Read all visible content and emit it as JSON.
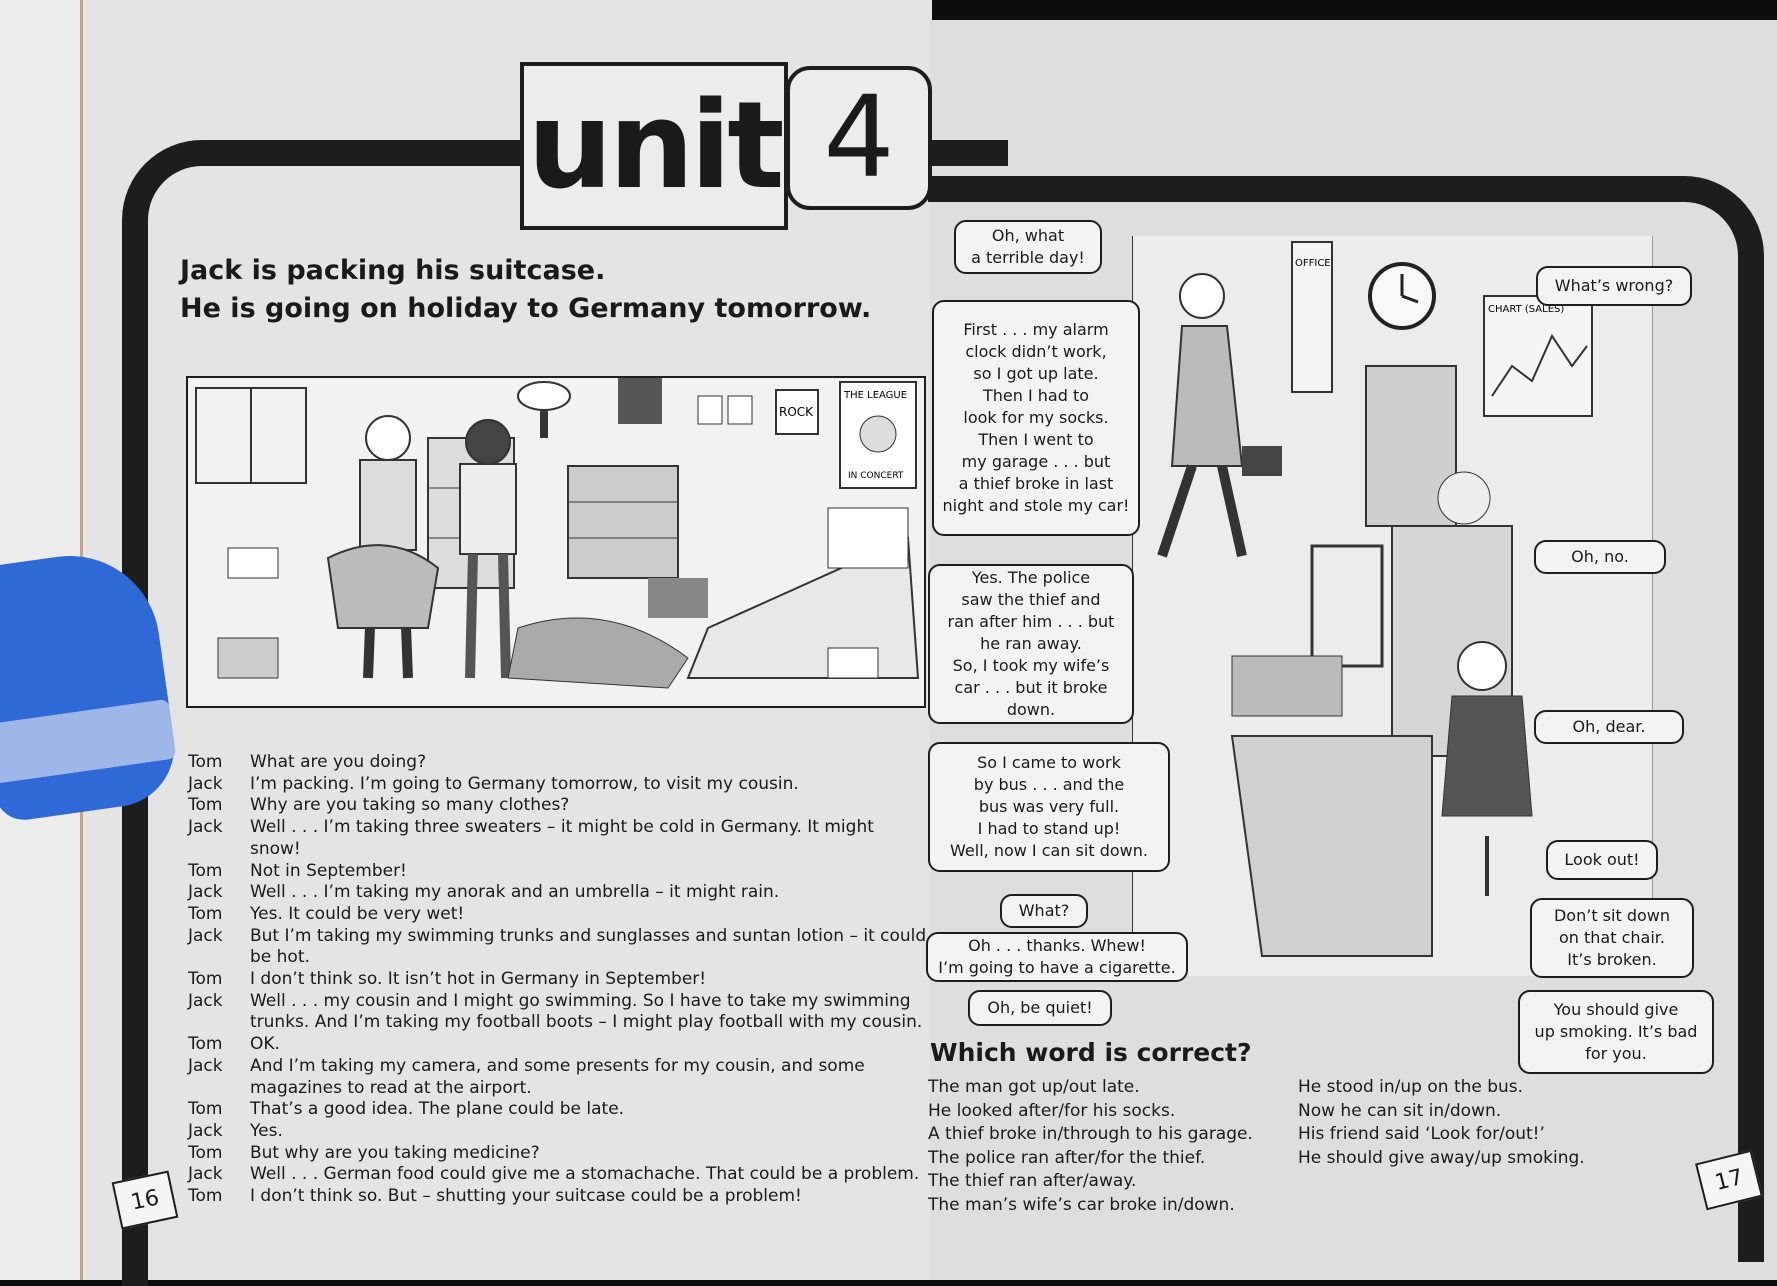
{
  "left_page": {
    "unit_word": "unit",
    "unit_number": "4",
    "headline": [
      "Jack is packing his suitcase.",
      "He is going on holiday to Germany tomorrow."
    ],
    "illustration": {
      "poster_rock": "ROCK",
      "poster_league": "THE LEAGUE",
      "poster_concert": "IN CONCERT"
    },
    "dialogue": [
      {
        "speaker": "Tom",
        "text": "What are you doing?"
      },
      {
        "speaker": "Jack",
        "text": "I’m packing. I’m going to Germany tomorrow, to visit my cousin."
      },
      {
        "speaker": "Tom",
        "text": "Why are you taking so many clothes?"
      },
      {
        "speaker": "Jack",
        "text": "Well . . . I’m taking three sweaters – it might be cold in Germany. It might snow!"
      },
      {
        "speaker": "Tom",
        "text": "Not in September!"
      },
      {
        "speaker": "Jack",
        "text": "Well . . . I’m taking my anorak and an umbrella – it might rain."
      },
      {
        "speaker": "Tom",
        "text": "Yes. It could be very wet!"
      },
      {
        "speaker": "Jack",
        "text": "But I’m taking my swimming trunks and sunglasses and suntan lotion – it could be hot."
      },
      {
        "speaker": "Tom",
        "text": "I don’t think so. It isn’t hot in Germany in September!"
      },
      {
        "speaker": "Jack",
        "text": "Well . . . my cousin and I might go swimming. So I have to take my swimming trunks. And I’m taking my football boots – I might play football with my cousin."
      },
      {
        "speaker": "Tom",
        "text": "OK."
      },
      {
        "speaker": "Jack",
        "text": "And I’m taking my camera, and some presents for my cousin, and some magazines to read at the airport."
      },
      {
        "speaker": "Tom",
        "text": "That’s a good idea. The plane could be late."
      },
      {
        "speaker": "Jack",
        "text": "Yes."
      },
      {
        "speaker": "Tom",
        "text": "But why are you taking medicine?"
      },
      {
        "speaker": "Jack",
        "text": "Well . . . German food could give me a stomachache. That could be a problem."
      },
      {
        "speaker": "Tom",
        "text": "I don’t think so. But – shutting your suitcase could be a problem!"
      }
    ],
    "page_number": "16"
  },
  "right_page": {
    "bubbles_left": [
      "Oh, what\na terrible day!",
      "First . . . my alarm\nclock didn’t work,\nso I got up late.\nThen I had to\nlook for my socks.\nThen I went to\nmy garage . . . but\na thief broke in last\nnight and stole my car!",
      "Yes. The police\nsaw the thief and\nran after him . . . but\nhe ran away.\nSo, I took my wife’s\ncar . . . but it broke\ndown.",
      "So I came to work\nby bus . . . and the\nbus was very full.\nI had to stand up!\nWell, now I can sit down.",
      "What?",
      "Oh . . . thanks. Whew!\nI’m going to have a cigarette.",
      "Oh, be quiet!"
    ],
    "bubbles_right": [
      "What’s wrong?",
      "Oh, no.",
      "Oh, dear.",
      "Look out!",
      "Don’t sit down\non that chair.\nIt’s broken.",
      "You should give\nup smoking. It’s bad\nfor you."
    ],
    "illustration": {
      "office_sign": "OFFICE",
      "chart_label": "CHART (SALES)"
    },
    "exercise_title": "Which word is correct?",
    "exercise_col1": [
      "The man got up/out late.",
      "He looked after/for his socks.",
      "A thief broke in/through to his garage.",
      "The police ran after/for the thief.",
      "The thief ran after/away.",
      "The man’s wife’s car broke in/down."
    ],
    "exercise_col2": [
      "He stood in/up on the bus.",
      "Now he can sit in/down.",
      "His friend said ‘Look for/out!’",
      "He should give away/up smoking."
    ],
    "page_number": "17"
  }
}
